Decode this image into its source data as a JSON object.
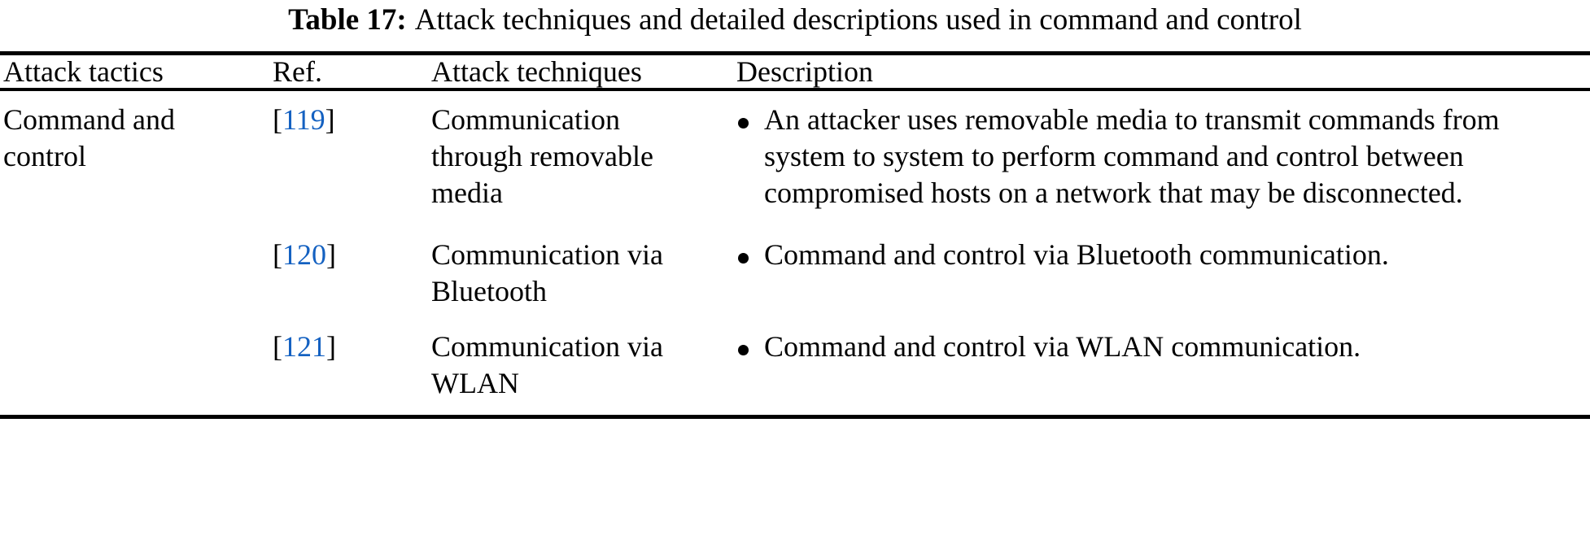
{
  "caption": {
    "label": "Table 17:",
    "text": "Attack techniques and detailed descriptions used in command and control"
  },
  "colors": {
    "reference_link": "#1461c1",
    "rule": "#000000",
    "text": "#000000",
    "background": "#ffffff"
  },
  "table": {
    "columns": [
      {
        "key": "tactic",
        "header": "Attack tactics"
      },
      {
        "key": "ref",
        "header": "Ref."
      },
      {
        "key": "technique",
        "header": "Attack techniques"
      },
      {
        "key": "description",
        "header": "Description"
      }
    ],
    "rows": [
      {
        "tactic": "Command and control",
        "ref_open": "[",
        "ref_number": "119",
        "ref_close": "]",
        "technique": "Communication through removable media",
        "bullets": [
          "An attacker uses removable media to transmit commands from system to system to perform command and control between compromised hosts on a network that may be disconnected."
        ]
      },
      {
        "tactic": "",
        "ref_open": "[",
        "ref_number": "120",
        "ref_close": "]",
        "technique": "Communication via Bluetooth",
        "bullets": [
          "Command and control via Bluetooth communication."
        ]
      },
      {
        "tactic": "",
        "ref_open": "[",
        "ref_number": "121",
        "ref_close": "]",
        "technique": "Communication via WLAN",
        "bullets": [
          "Command and control via WLAN communication."
        ]
      }
    ]
  }
}
